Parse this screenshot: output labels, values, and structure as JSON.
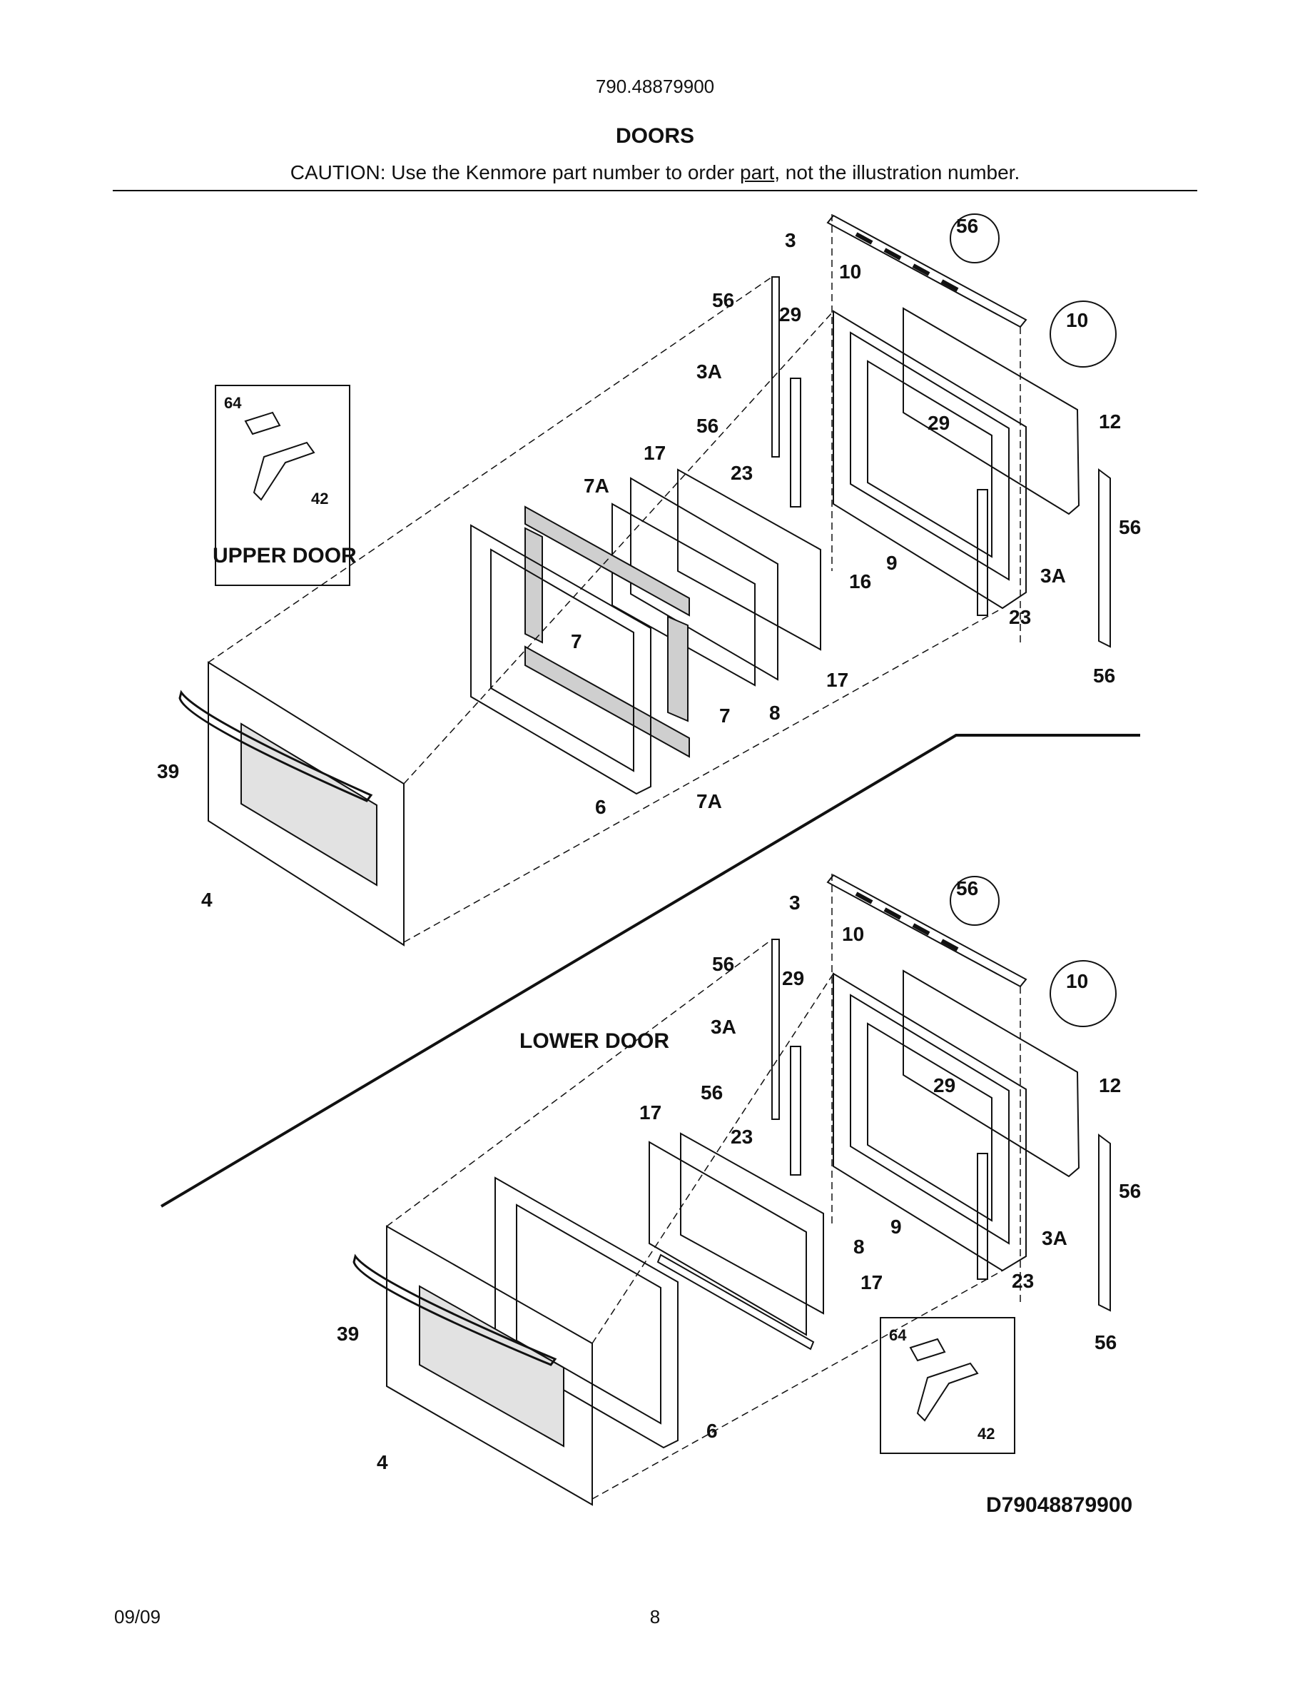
{
  "header": {
    "model_number": "790.48879900",
    "title": "DOORS",
    "caution_prefix": "CAUTION: Use the Kenmore part number to order ",
    "caution_link": "part",
    "caution_suffix": ", not the illustration number."
  },
  "sections": {
    "upper": "UPPER DOOR",
    "lower": "LOWER DOOR"
  },
  "callouts": {
    "upper": [
      "3",
      "56",
      "10",
      "56",
      "29",
      "10",
      "3A",
      "56",
      "12",
      "29",
      "17",
      "7A",
      "23",
      "56",
      "9",
      "3A",
      "16",
      "23",
      "7",
      "17",
      "56",
      "7",
      "8",
      "39",
      "6",
      "7A",
      "4",
      "64",
      "42"
    ],
    "lower": [
      "3",
      "56",
      "10",
      "56",
      "29",
      "10",
      "3A",
      "12",
      "56",
      "29",
      "17",
      "23",
      "56",
      "9",
      "3A",
      "8",
      "23",
      "17",
      "39",
      "6",
      "56",
      "4",
      "64",
      "42"
    ]
  },
  "diagram_code": "D79048879900",
  "footer": {
    "date": "09/09",
    "page": "8"
  }
}
